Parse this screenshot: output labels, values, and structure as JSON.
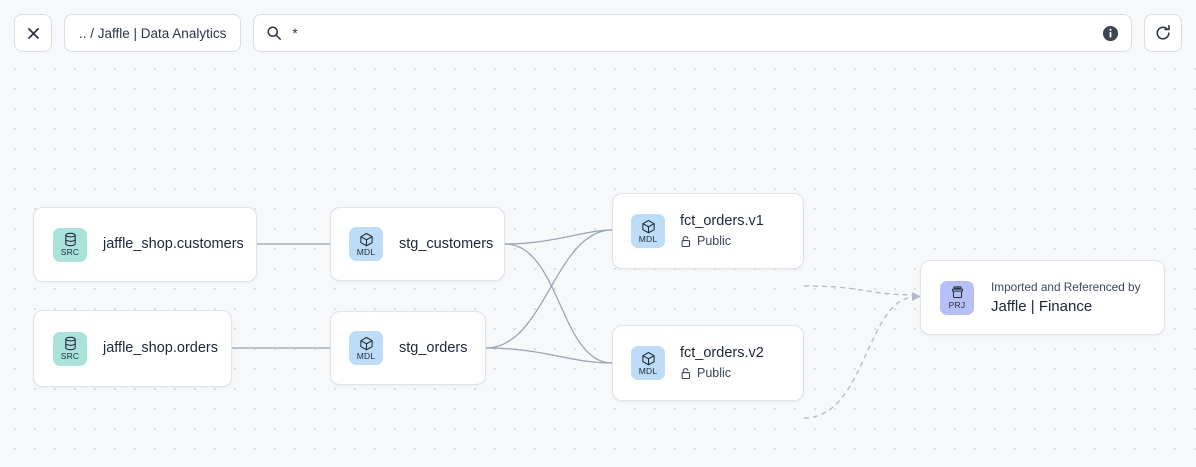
{
  "toolbar": {
    "close_label": "×",
    "close_icon": "close-icon",
    "breadcrumb": ".. / Jaffle | Data Analytics",
    "search": {
      "icon": "search-icon",
      "value": "*",
      "placeholder": "*",
      "info_icon": "info-circle-icon"
    },
    "refresh_icon": "refresh-icon"
  },
  "graph": {
    "nodes": [
      {
        "id": "src-customers",
        "kind": "SRC",
        "icon": "database-icon",
        "title": "jaffle_shop.customers",
        "subtitle": null
      },
      {
        "id": "src-orders",
        "kind": "SRC",
        "icon": "database-icon",
        "title": "jaffle_shop.orders",
        "subtitle": null
      },
      {
        "id": "mdl-stg-customers",
        "kind": "MDL",
        "icon": "cube-icon",
        "title": "stg_customers",
        "subtitle": null
      },
      {
        "id": "mdl-stg-orders",
        "kind": "MDL",
        "icon": "cube-icon",
        "title": "stg_orders",
        "subtitle": null
      },
      {
        "id": "mdl-fct-orders-v1",
        "kind": "MDL",
        "icon": "cube-icon",
        "title": "fct_orders.v1",
        "subtitle": "Public",
        "subtitle_icon": "unlock-icon"
      },
      {
        "id": "mdl-fct-orders-v2",
        "kind": "MDL",
        "icon": "cube-icon",
        "title": "fct_orders.v2",
        "subtitle": "Public",
        "subtitle_icon": "unlock-icon"
      },
      {
        "id": "prj-jaffle-finance",
        "kind": "PRJ",
        "icon": "project-box-icon",
        "kicker": "Imported and Referenced by",
        "title": "Jaffle | Finance"
      }
    ],
    "colors": {
      "src_badge": "#a9e3dc",
      "mdl_badge": "#bcdcf7",
      "prj_badge": "#b7c0f6",
      "edge": "#9aa3b2",
      "dashed_edge": "#b2b8c6",
      "canvas": "#f7f8fa",
      "node_border": "#dfe3ea"
    }
  }
}
